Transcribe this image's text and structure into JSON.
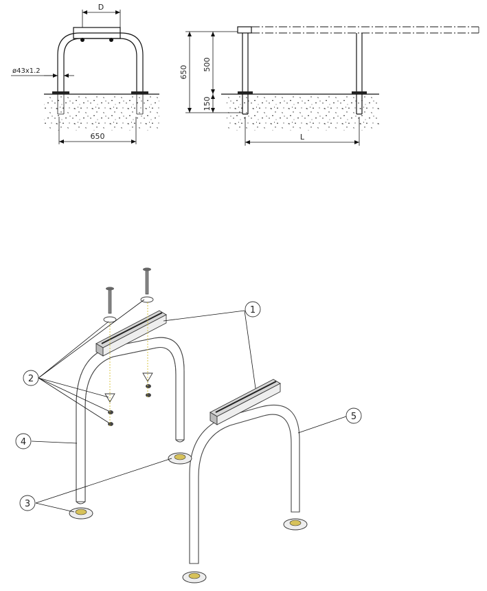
{
  "front_view": {
    "dim_top": "D",
    "dim_tube": "ø43x1.2",
    "dim_width": "650"
  },
  "side_view": {
    "dim_total_height": "650",
    "dim_above_ground": "500",
    "dim_embed": "150",
    "dim_length": "L"
  },
  "exploded_view": {
    "callouts": [
      {
        "label": "1"
      },
      {
        "label": "2"
      },
      {
        "label": "3"
      },
      {
        "label": "4"
      },
      {
        "label": "5"
      }
    ]
  }
}
